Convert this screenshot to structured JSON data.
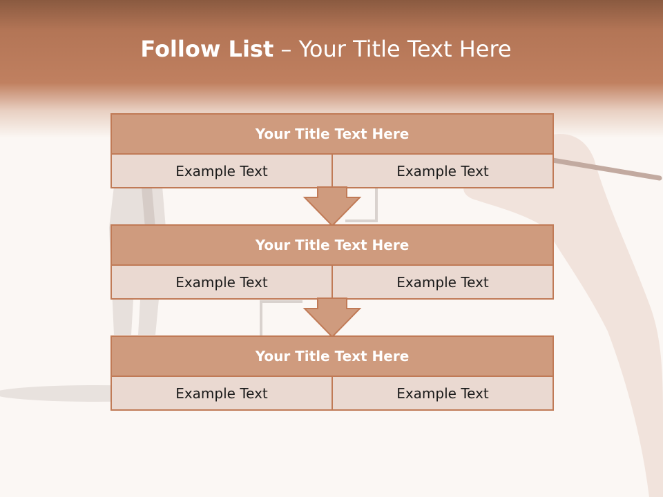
{
  "slide": {
    "title_bold": "Follow List",
    "title_rest": " – Your Title Text Here"
  },
  "blocks": [
    {
      "title": "Your Title Text Here",
      "left": "Example Text",
      "right": "Example Text"
    },
    {
      "title": "Your Title Text Here",
      "left": "Example Text",
      "right": "Example Text"
    },
    {
      "title": "Your Title Text Here",
      "left": "Example Text",
      "right": "Example Text"
    }
  ],
  "colors": {
    "header": "#c08060",
    "block_title_fill": "#cf9b7e",
    "block_cell_fill": "#ead9d1",
    "border": "#c07a56"
  }
}
